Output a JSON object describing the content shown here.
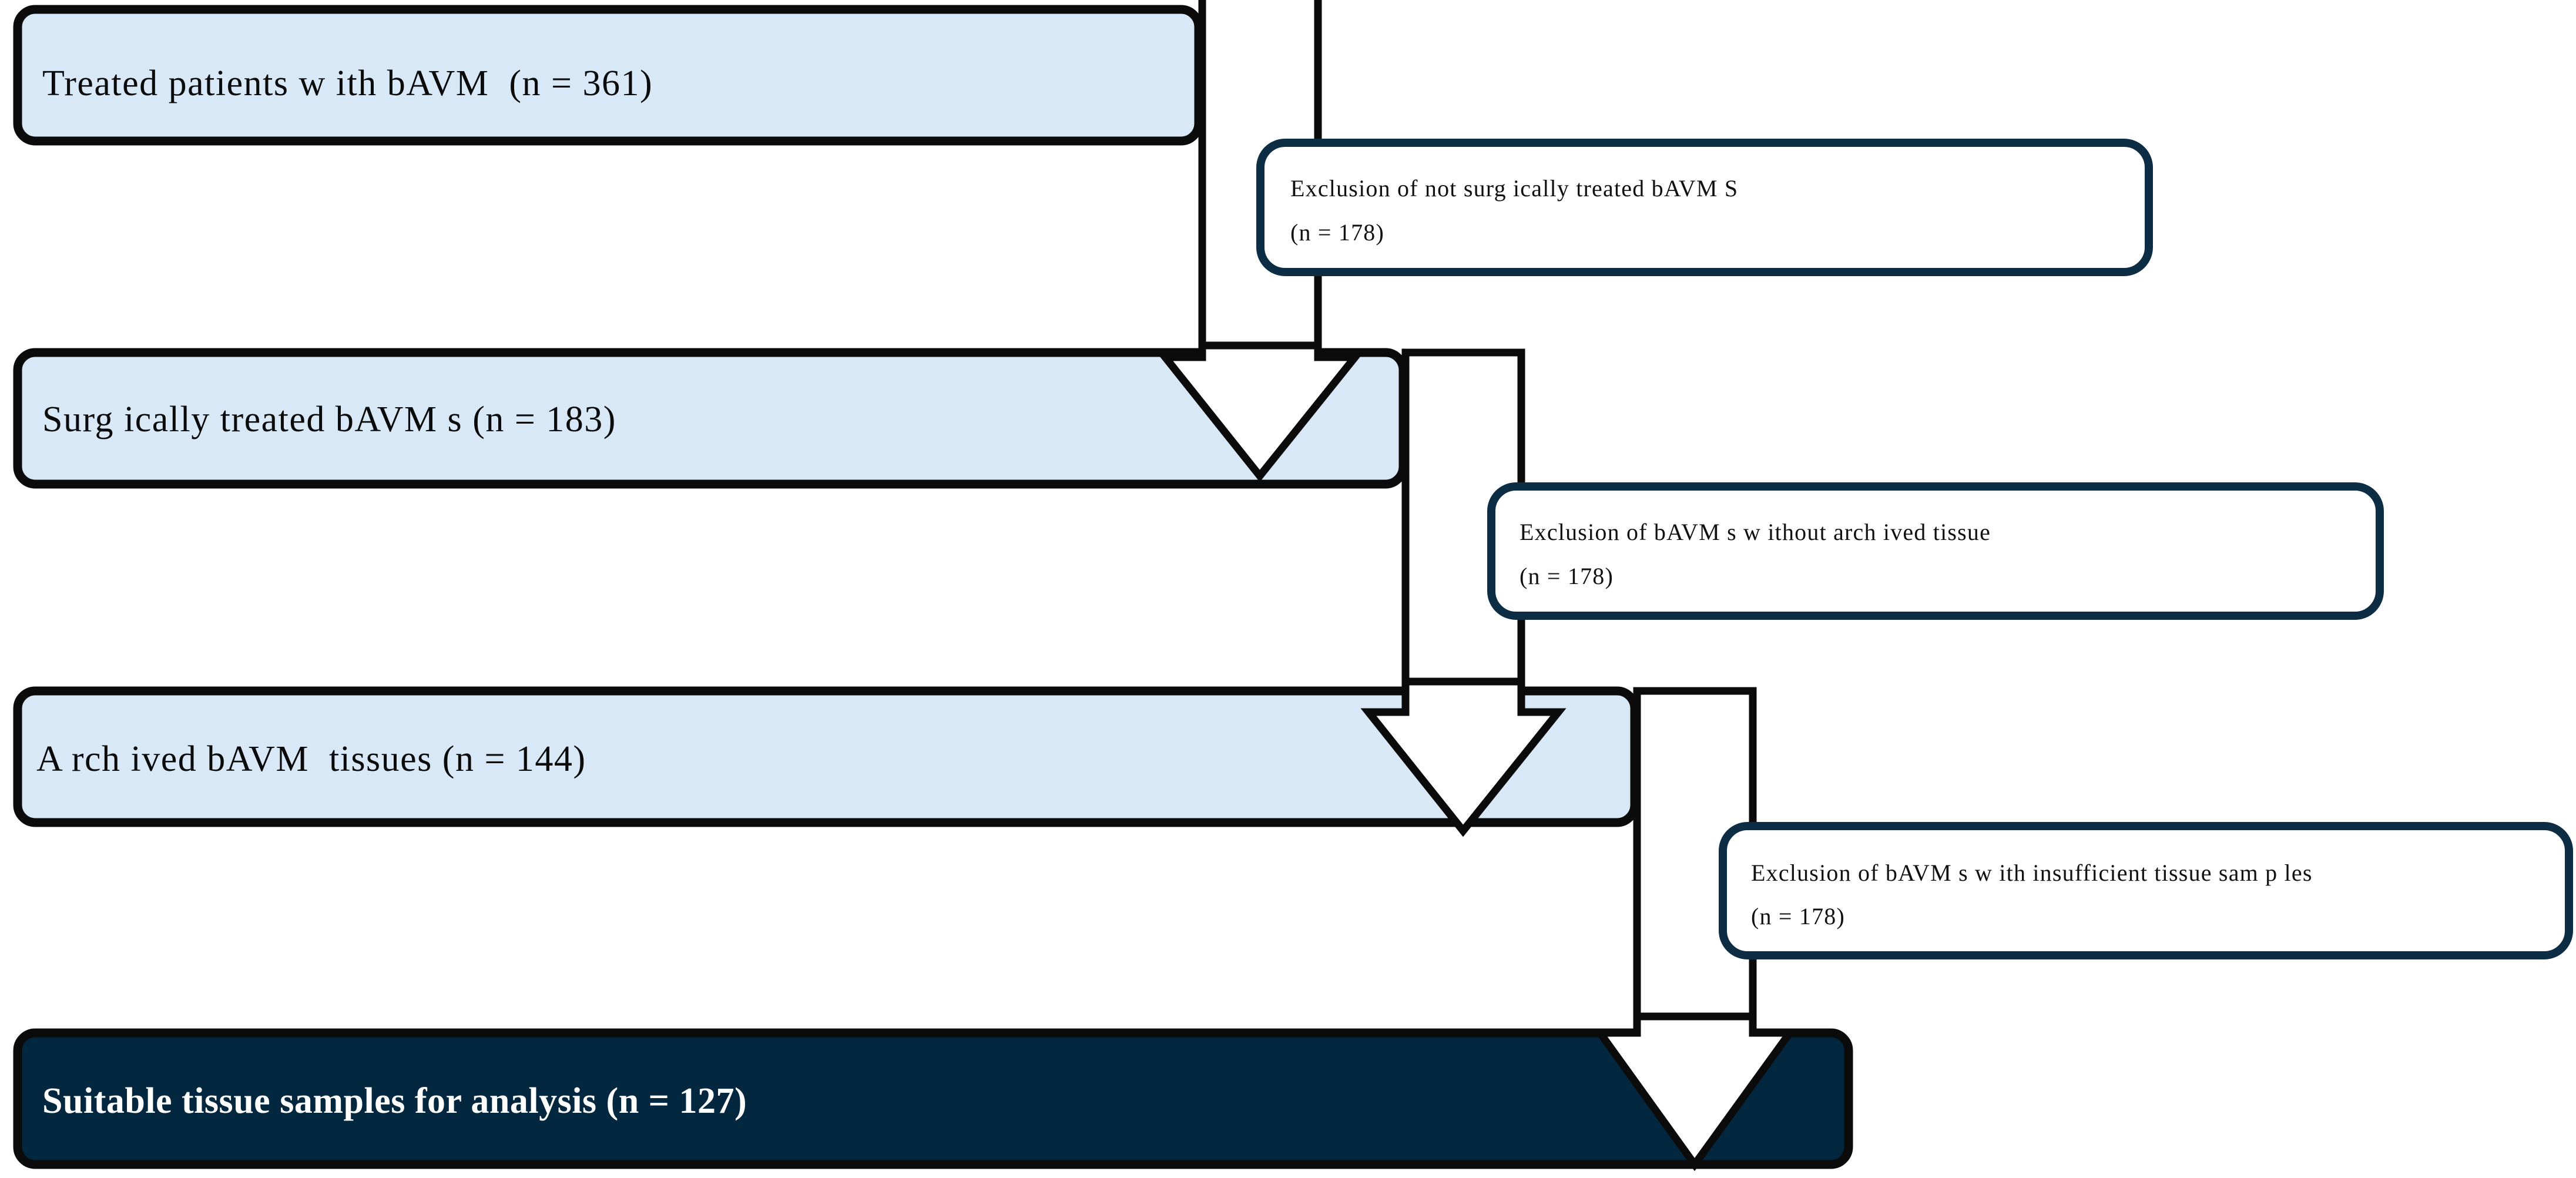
{
  "figure": {
    "type": "flowchart",
    "orientation": "vertical",
    "description": "Patient / tissue sample selection flow diagram"
  },
  "colors": {
    "stage_fill": "#d9e8f7",
    "stage_stroke": "#0b0b0b",
    "final_fill": "#042740",
    "final_stroke": "#0b0b0b",
    "final_text": "#ffffff",
    "exclusion_fill": "#ffffff",
    "exclusion_stroke": "#0c2d44",
    "arrow_fill": "#ffffff",
    "arrow_stroke": "#0b0b0b",
    "text": "#0b0b0b",
    "background": "#ffffff"
  },
  "stages": [
    {
      "id": "stage-treated-patients",
      "label": "Treated patients w ith bAVM  (n = 361)",
      "count": 361,
      "emphasis": "normal"
    },
    {
      "id": "stage-surgically-treated",
      "label": "Surg ically treated bAVM s (n = 183)",
      "count": 183,
      "emphasis": "normal"
    },
    {
      "id": "stage-archived-tissues",
      "label": "A rch ived bAVM  tissues (n = 144)",
      "count": 144,
      "emphasis": "normal"
    },
    {
      "id": "stage-suitable-samples",
      "label": "Suitable tissue samples for analysis (n = 127)",
      "count": 127,
      "emphasis": "final"
    }
  ],
  "exclusions": [
    {
      "id": "exclusion-not-surgically-treated",
      "line1": "Exclusion of not surg ically treated bAVM S",
      "line2": "(n = 178)",
      "count": 178
    },
    {
      "id": "exclusion-no-archived-tissue",
      "line1": "Exclusion of bAVM s w ithout arch ived tissue",
      "line2": "(n = 178)",
      "count": 178
    },
    {
      "id": "exclusion-insufficient-tissue",
      "line1": "Exclusion of bAVM s w ith insufficient tissue sam p les",
      "line2": "(n = 178)",
      "count": 178
    }
  ],
  "arrows": [
    {
      "id": "arrow-stage1-to-stage2",
      "from": "stage-treated-patients",
      "to": "stage-surgically-treated"
    },
    {
      "id": "arrow-stage2-to-stage3",
      "from": "stage-surgically-treated",
      "to": "stage-archived-tissues"
    },
    {
      "id": "arrow-stage3-to-stage4",
      "from": "stage-archived-tissues",
      "to": "stage-suitable-samples"
    }
  ]
}
